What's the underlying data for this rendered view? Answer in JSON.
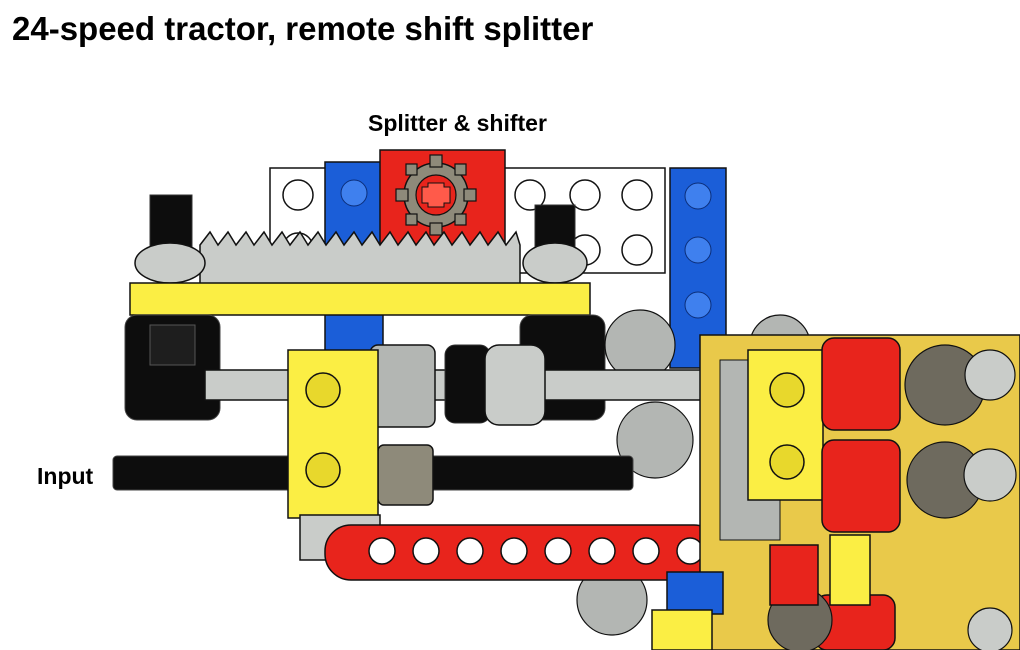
{
  "title": "24-speed tractor, remote shift splitter",
  "labels": {
    "splitter": "Splitter & shifter",
    "input": "Input"
  },
  "colors": {
    "red": "#e8241c",
    "blue": "#1b5ed8",
    "yellow": "#fbee44",
    "white": "#ffffff",
    "light_gray": "#c9ccc9",
    "dark_gray": "#6e6a5e",
    "black": "#0d0d0d"
  }
}
